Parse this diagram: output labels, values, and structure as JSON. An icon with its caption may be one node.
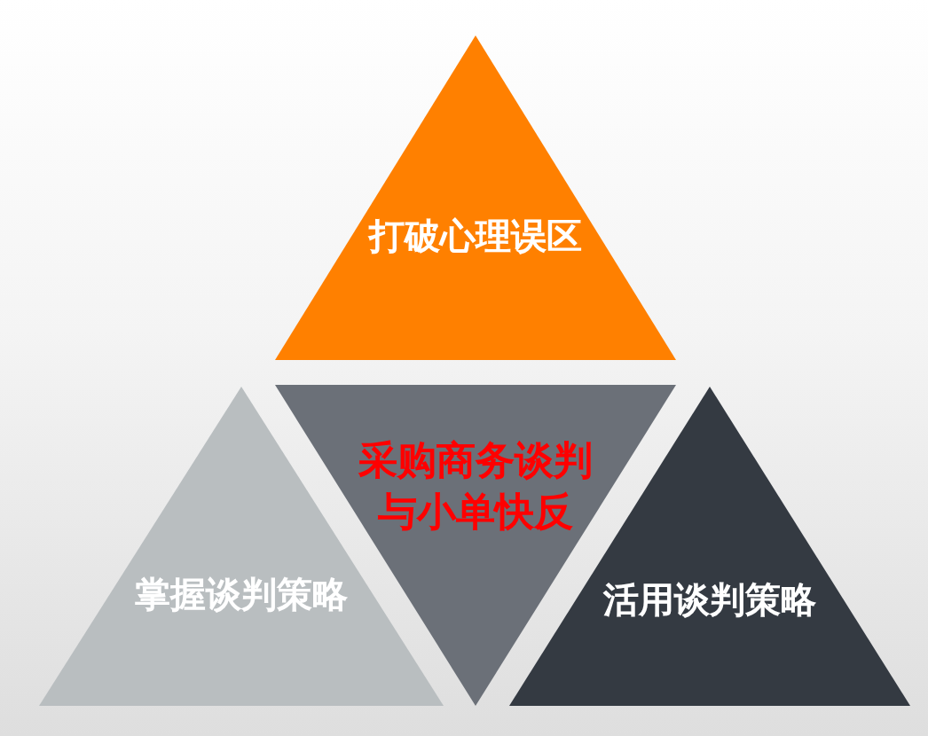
{
  "diagram": {
    "nodes": [
      {
        "text": [
          "打破心理误区"
        ]
      },
      {
        "text": [
          "采购商务谈判与小单快反"
        ]
      },
      {
        "text": [
          "掌握谈判策略"
        ]
      },
      {
        "text": [
          "活用谈判策略"
        ]
      }
    ]
  }
}
